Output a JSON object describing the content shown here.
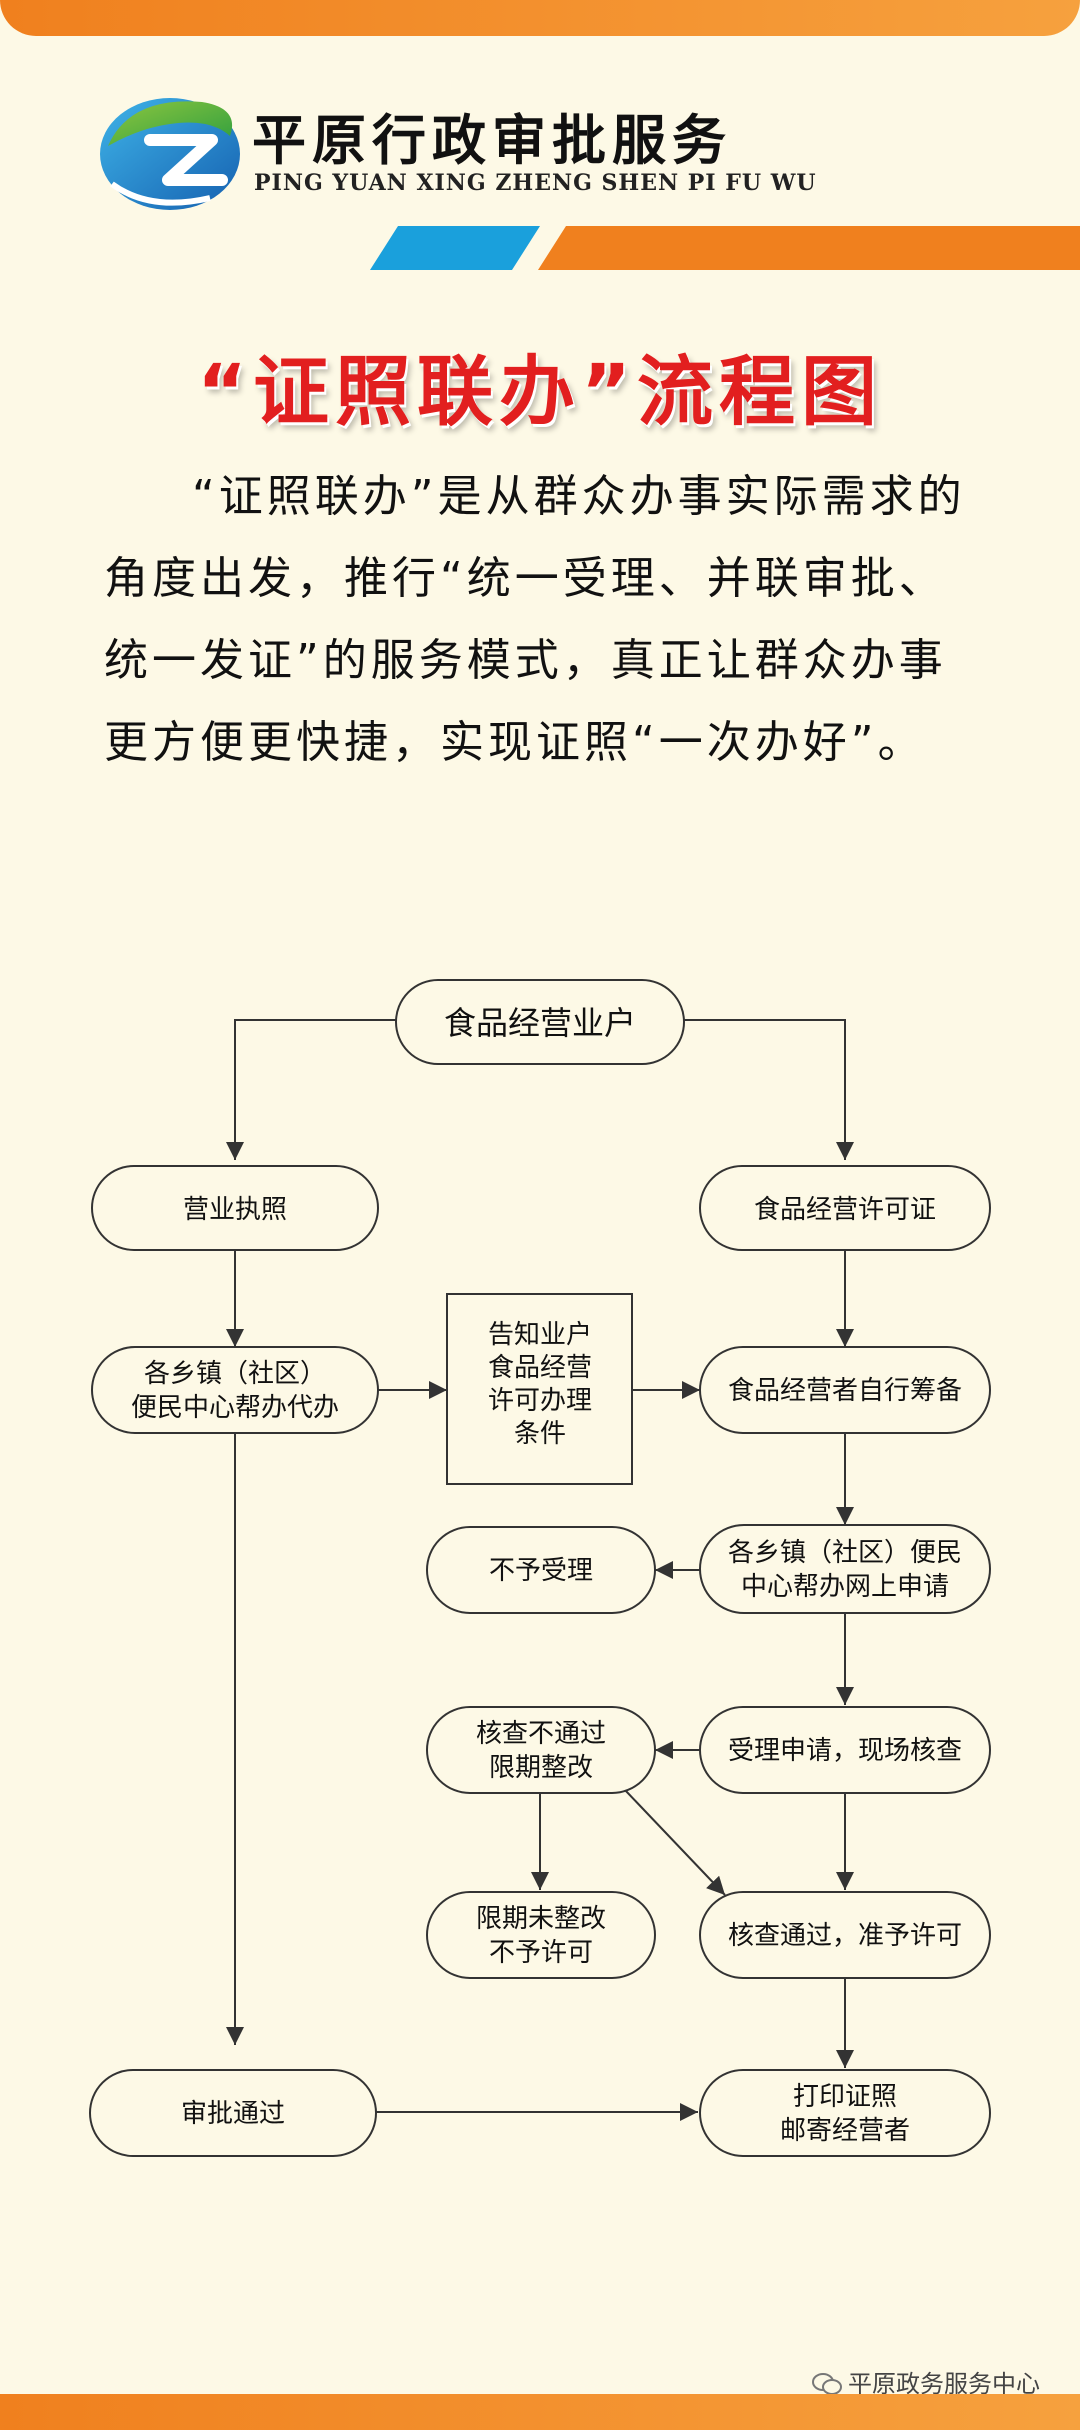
{
  "header": {
    "brand_title": "平原行政审批服务",
    "brand_subtitle": "PING YUAN XING ZHENG SHEN PI FU WU"
  },
  "title": "“证照联办”流程图",
  "intro": "“证照联办”是从群众办事实际需求的角度出发，推行“统一受理、并联审批、统一发证”的服务模式，真正让群众办事更方便更快捷，实现证照“一次办好”。",
  "flowchart": {
    "start": "食品经营业户",
    "business_license": "营业执照",
    "food_permit": "食品经营许可证",
    "town_help_1": "各乡镇（社区）",
    "town_help_2": "便民中心帮办代办",
    "notify_1": "告知业户",
    "notify_2": "食品经营",
    "notify_3": "许可办理",
    "notify_4": "条件",
    "self_prepare": "食品经营者自行筹备",
    "reject": "不予受理",
    "online_apply_1": "各乡镇（社区）便民",
    "online_apply_2": "中心帮办网上申请",
    "fail_1": "核查不通过",
    "fail_2": "限期整改",
    "inspect": "受理申请，现场核查",
    "no_fix_1": "限期未整改",
    "no_fix_2": "不予许可",
    "pass": "核查通过，准予许可",
    "approved": "审批通过",
    "print_1": "打印证照",
    "print_2": "邮寄经营者"
  },
  "footer": {
    "account": "平原政务服务中心"
  },
  "colors": {
    "background": "#fdf9e6",
    "accent_orange": "#f0801e",
    "accent_blue": "#1aa0dc",
    "title_red": "#e21f1f"
  }
}
